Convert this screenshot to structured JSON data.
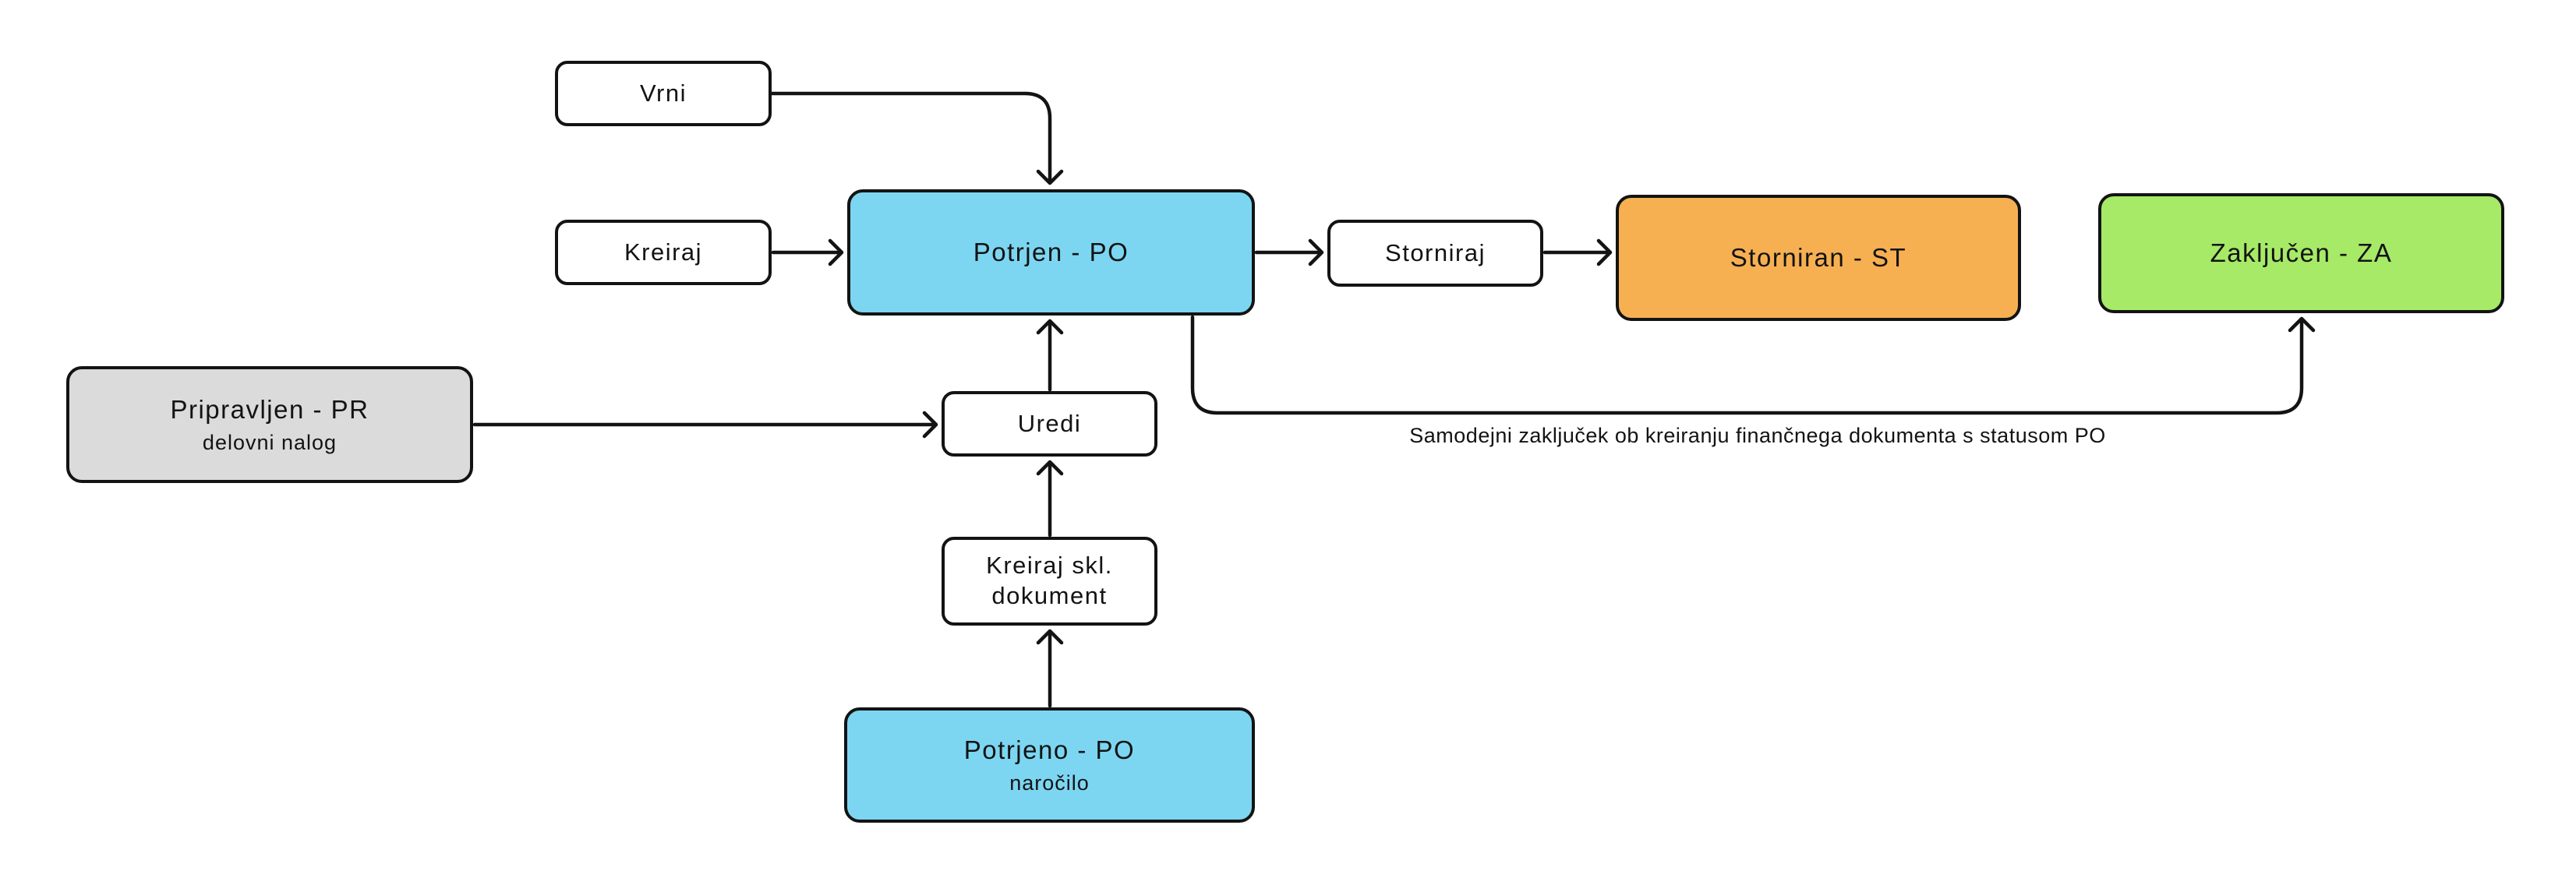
{
  "nodes": {
    "vrni": {
      "label": "Vrni"
    },
    "kreiraj": {
      "label": "Kreiraj"
    },
    "potrjen": {
      "label": "Potrjen - PO"
    },
    "storniraj": {
      "label": "Storniraj"
    },
    "storniran": {
      "label": "Storniran - ST"
    },
    "zakljucen": {
      "label": "Zaključen - ZA"
    },
    "pripravljen": {
      "label": "Pripravljen - PR",
      "sublabel": "delovni nalog"
    },
    "uredi": {
      "label": "Uredi"
    },
    "kreiraj_skl": {
      "label": "Kreiraj skl. dokument"
    },
    "potrjeno": {
      "label": "Potrjeno - PO",
      "sublabel": "naročilo"
    }
  },
  "annotation": {
    "text": "Samodejni zaključek ob kreiranju finančnega dokumenta s statusom PO"
  },
  "colors": {
    "node_blue": "#7CD6F1",
    "node_orange": "#F6B052",
    "node_green": "#A6EA68",
    "node_gray": "#DBDBDB",
    "node_white": "#FFFFFF",
    "stroke": "#131313"
  }
}
